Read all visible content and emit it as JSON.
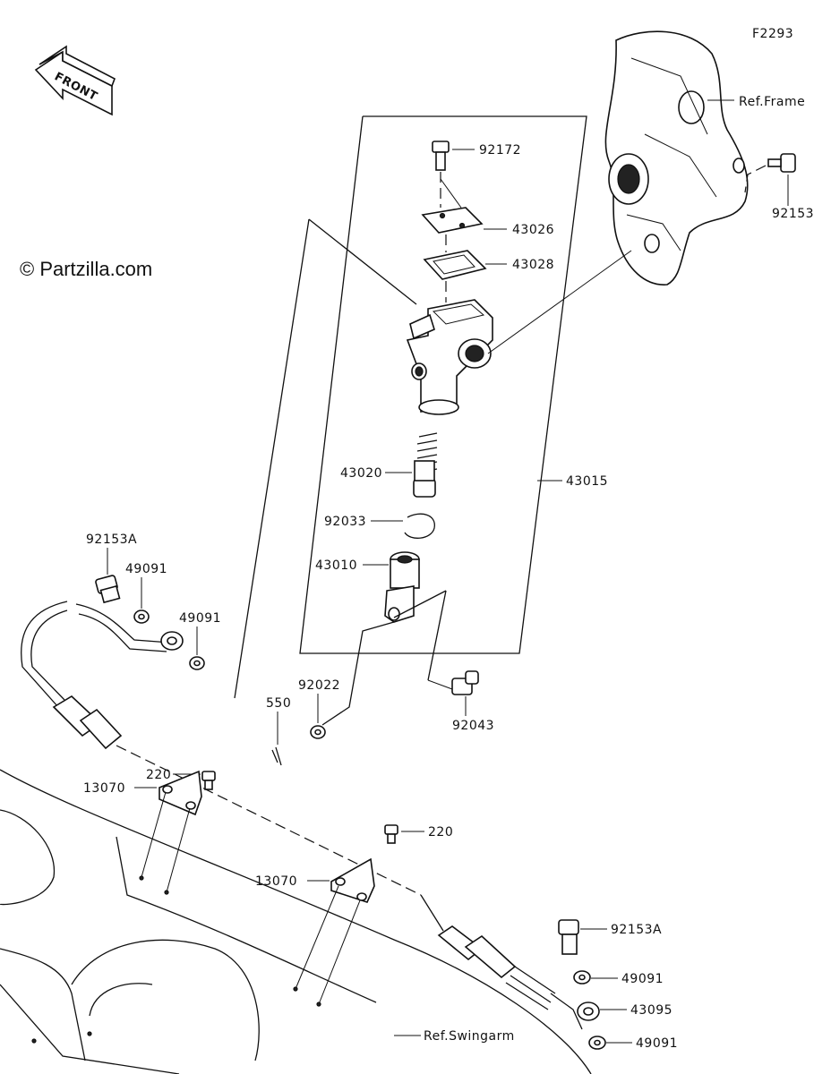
{
  "figure_id": "F2293",
  "watermark": "© Partzilla.com",
  "front_arrow_label": "FRONT",
  "labels": {
    "ref_frame": "Ref.Frame",
    "ref_swingarm": "Ref.Swingarm",
    "p92172": "92172",
    "p43026": "43026",
    "p43028": "43028",
    "p92153": "92153",
    "p43020": "43020",
    "p43015": "43015",
    "p92033": "92033",
    "p43010": "43010",
    "p92153A_top": "92153A",
    "p49091_a": "49091",
    "p49091_b": "49091",
    "p220_top": "220",
    "p550": "550",
    "p92022": "92022",
    "p92043": "92043",
    "p13070_a": "13070",
    "p220_mid": "220",
    "p13070_b": "13070",
    "p92153A_bottom": "92153A",
    "p49091_c": "49091",
    "p43095": "43095",
    "p49091_d": "49091"
  }
}
